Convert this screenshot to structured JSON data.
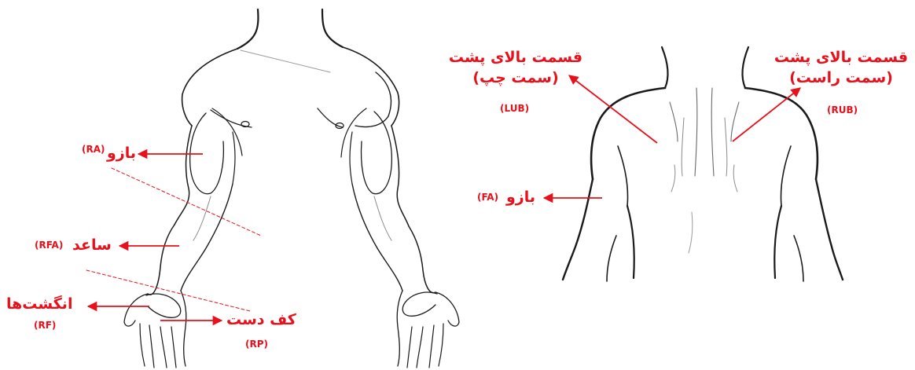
{
  "colors": {
    "label": "#e8101a",
    "line": "#1a1a1a",
    "thin": "#7a7a7a"
  },
  "arm_labels": {
    "arm": {
      "fa": "بازو",
      "code": "(RA)"
    },
    "forearm": {
      "fa": "ساعد",
      "code": "(RFA)"
    },
    "fingers": {
      "fa": "انگشت‌ها",
      "code": "(RF)"
    },
    "palm": {
      "fa": "کف دست",
      "code": "(RP)"
    }
  },
  "back_labels": {
    "left_upper_back": {
      "line1": "قسمت بالای پشت",
      "line2": "(سمت چپ)",
      "code": "(LUB)"
    },
    "right_upper_back": {
      "line1": "قسمت بالای پشت",
      "line2": "(سمت راست)",
      "code": "(RUB)"
    },
    "arm": {
      "fa": "بازو",
      "code": "(FA)"
    }
  }
}
